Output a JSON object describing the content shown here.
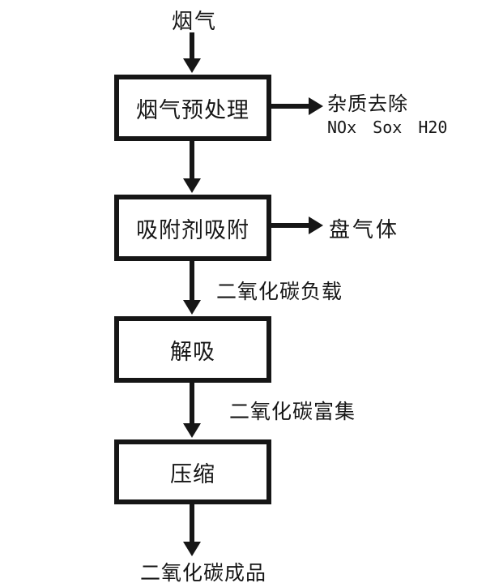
{
  "diagram": {
    "type": "flowchart",
    "background": "#ffffff",
    "ink_color": "#161616",
    "source_label": "烟气",
    "boxes": [
      {
        "label": "烟气预处理"
      },
      {
        "label": "吸附剂吸附"
      },
      {
        "label": "解吸"
      },
      {
        "label": "压缩"
      }
    ],
    "side_outputs": [
      {
        "line1": "杂质去除",
        "line2": "NOx Sox H20"
      },
      {
        "line1": "盘气体",
        "line2": ""
      }
    ],
    "flow_labels": [
      {
        "label": "二氧化碳负载"
      },
      {
        "label": "二氧化碳富集"
      }
    ],
    "product_label": "二氧化碳成品"
  }
}
